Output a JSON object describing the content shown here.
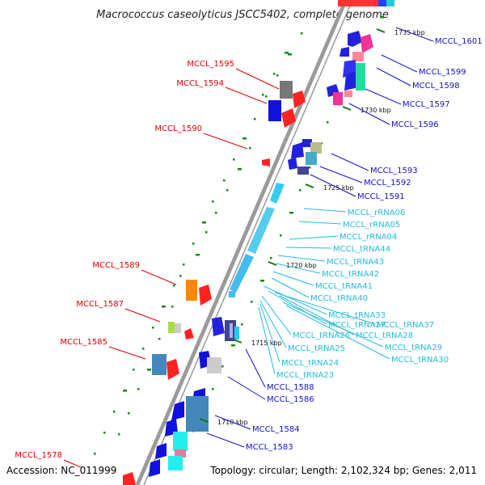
{
  "title": "Macrococcus caseolyticus JSCC5402, complete genome",
  "accession": "Accession: NC_011999",
  "topology": "Topology: circular; Length: 2,102,324 bp; Genes: 2,011",
  "colors": {
    "backbone": "#a0a0a0",
    "left_label": "#dd0000",
    "right_label": "#1111cc",
    "rna_label": "#22bbdd",
    "dot": "#118811"
  },
  "ticks": [
    "1735 kbp",
    "1730 kbp",
    "1725 kbp",
    "1720 kbp",
    "1715 kbp",
    "1710 kbp"
  ],
  "left_genes": [
    "MCCL_1595",
    "MCCL_1594",
    "MCCL_1590",
    "MCCL_1589",
    "MCCL_1587",
    "MCCL_1585",
    "MCCL_1578"
  ],
  "right_genes": [
    "MCCL_1601",
    "MCCL_1599",
    "MCCL_1598",
    "MCCL_1597",
    "MCCL_1596",
    "MCCL_1593",
    "MCCL_1592",
    "MCCL_1591",
    "MCCL_1588",
    "MCCL_1586",
    "MCCL_1584",
    "MCCL_1583"
  ],
  "rna_genes": [
    "MCCL_rRNA06",
    "MCCL_rRNA05",
    "MCCL_rRNA04",
    "MCCL_tRNA44",
    "MCCL_tRNA43",
    "MCCL_tRNA42",
    "MCCL_tRNA41",
    "MCCL_tRNA40",
    "MCCL_tRNA33",
    "MCCL_tRNA27",
    "MCCL_tRNA37",
    "MCCL_tRNA26",
    "MCCL_tRNA28",
    "MCCL_tRNA25",
    "MCCL_tRNA29",
    "MCCL_tRNA24",
    "MCCL_tRNA30",
    "MCCL_tRNA23"
  ]
}
